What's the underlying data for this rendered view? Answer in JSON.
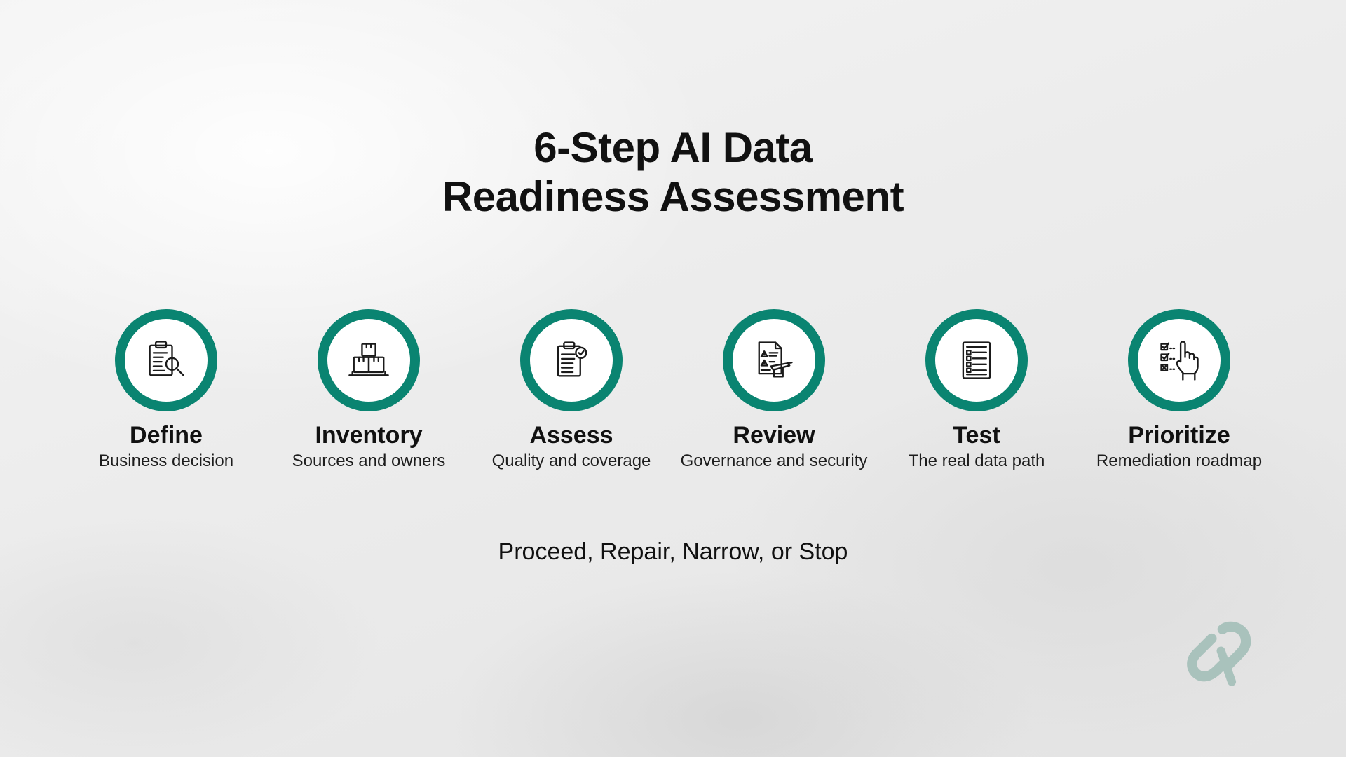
{
  "title": {
    "line1": "6-Step AI Data",
    "line2": "Readiness Assessment"
  },
  "steps": [
    {
      "title": "Define",
      "subtitle": "Business decision",
      "icon": "clipboard-magnifier-icon"
    },
    {
      "title": "Inventory",
      "subtitle": "Sources and owners",
      "icon": "stacked-boxes-icon"
    },
    {
      "title": "Assess",
      "subtitle": "Quality and coverage",
      "icon": "clipboard-check-icon"
    },
    {
      "title": "Review",
      "subtitle": "Governance and security",
      "icon": "document-warning-pen-icon"
    },
    {
      "title": "Test",
      "subtitle": "The real data path",
      "icon": "checklist-document-icon"
    },
    {
      "title": "Prioritize",
      "subtitle": "Remediation roadmap",
      "icon": "checklist-hand-icon"
    }
  ],
  "outcomes": "Proceed, Repair, Narrow, or Stop",
  "colors": {
    "accent": "#0a8471",
    "logo": "#a9c2bc",
    "text": "#111111"
  },
  "logo_icon": "brand-link-logo"
}
